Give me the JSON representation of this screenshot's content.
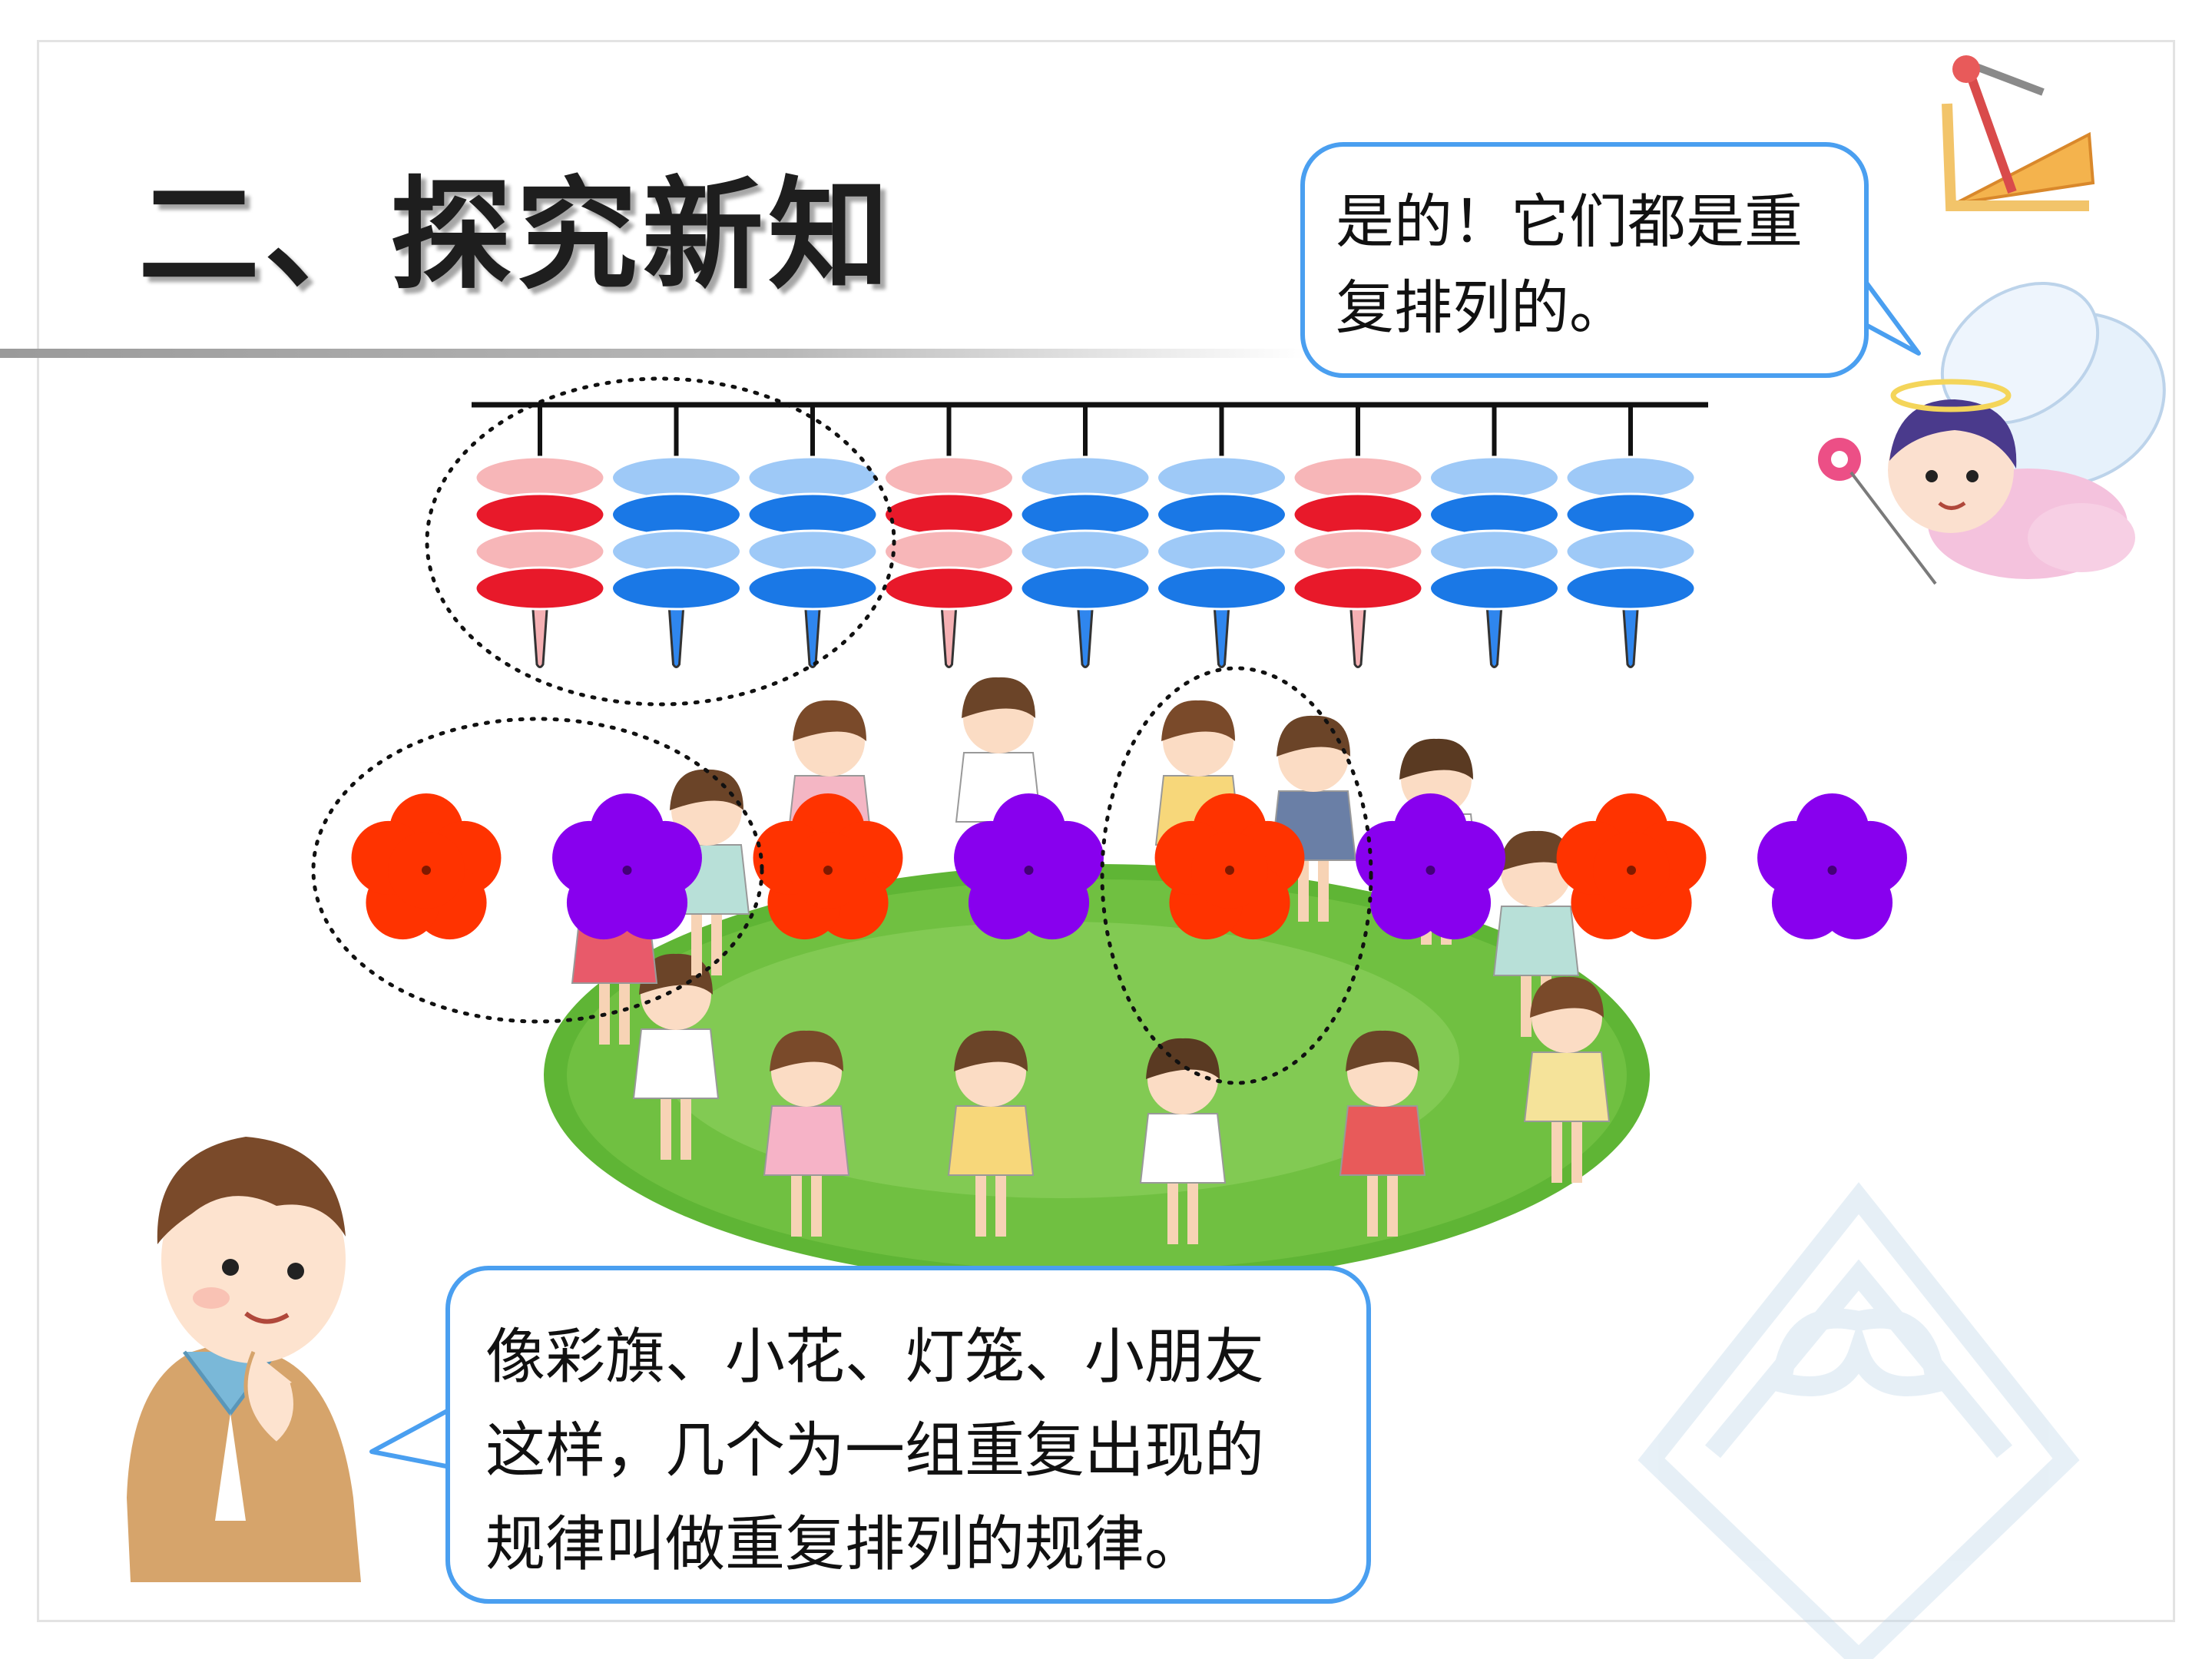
{
  "slide": {
    "title": "二、探究新知"
  },
  "top_bubble": {
    "lines": [
      "是的！它们都是重",
      "复排列的。"
    ]
  },
  "bottom_bubble": {
    "lines": [
      "像彩旗、小花、灯笼、小朋友",
      "这样，几个为一组重复出现的",
      "规律叫做重复排列的规律。"
    ]
  },
  "lanterns": {
    "pattern": [
      "red",
      "blue",
      "blue",
      "red",
      "blue",
      "blue",
      "red",
      "blue",
      "blue"
    ],
    "colors": {
      "red": {
        "light": "#f7b6b8",
        "dark": "#e8192a",
        "tail": "#f5b0b3"
      },
      "blue": {
        "light": "#9ec9f7",
        "dark": "#1a78e6",
        "tail": "#2f86ee"
      }
    }
  },
  "flowers": {
    "pattern": [
      "red",
      "purple",
      "red",
      "purple",
      "red",
      "purple",
      "red",
      "purple"
    ],
    "colors": {
      "red": "#ff3300",
      "purple": "#8800ee"
    }
  },
  "colors": {
    "bubble_border": "#4a9ff0",
    "grass": "#5fb535",
    "title_text": "#1e1e1e"
  }
}
